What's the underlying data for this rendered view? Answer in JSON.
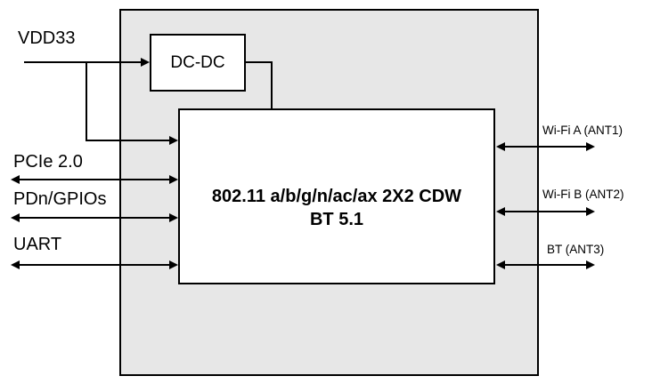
{
  "diagram": {
    "blocks": {
      "dcdc_label": "DC-DC",
      "main_label_line1": "802.11 a/b/g/n/ac/ax 2X2 CDW",
      "main_label_line2": "BT 5.1"
    },
    "left_signals": [
      {
        "label": "VDD33",
        "direction": "input"
      },
      {
        "label": "PCIe 2.0",
        "direction": "bidirectional"
      },
      {
        "label": "PDn/GPIOs",
        "direction": "bidirectional"
      },
      {
        "label": "UART",
        "direction": "bidirectional"
      }
    ],
    "right_signals": [
      {
        "label": "Wi-Fi A (ANT1)",
        "direction": "bidirectional"
      },
      {
        "label": "Wi-Fi B (ANT2)",
        "direction": "bidirectional"
      },
      {
        "label": "BT (ANT3)",
        "direction": "bidirectional"
      }
    ],
    "colors": {
      "module_fill": "#e7e7e7",
      "block_fill": "#ffffff",
      "line": "#000000"
    }
  }
}
